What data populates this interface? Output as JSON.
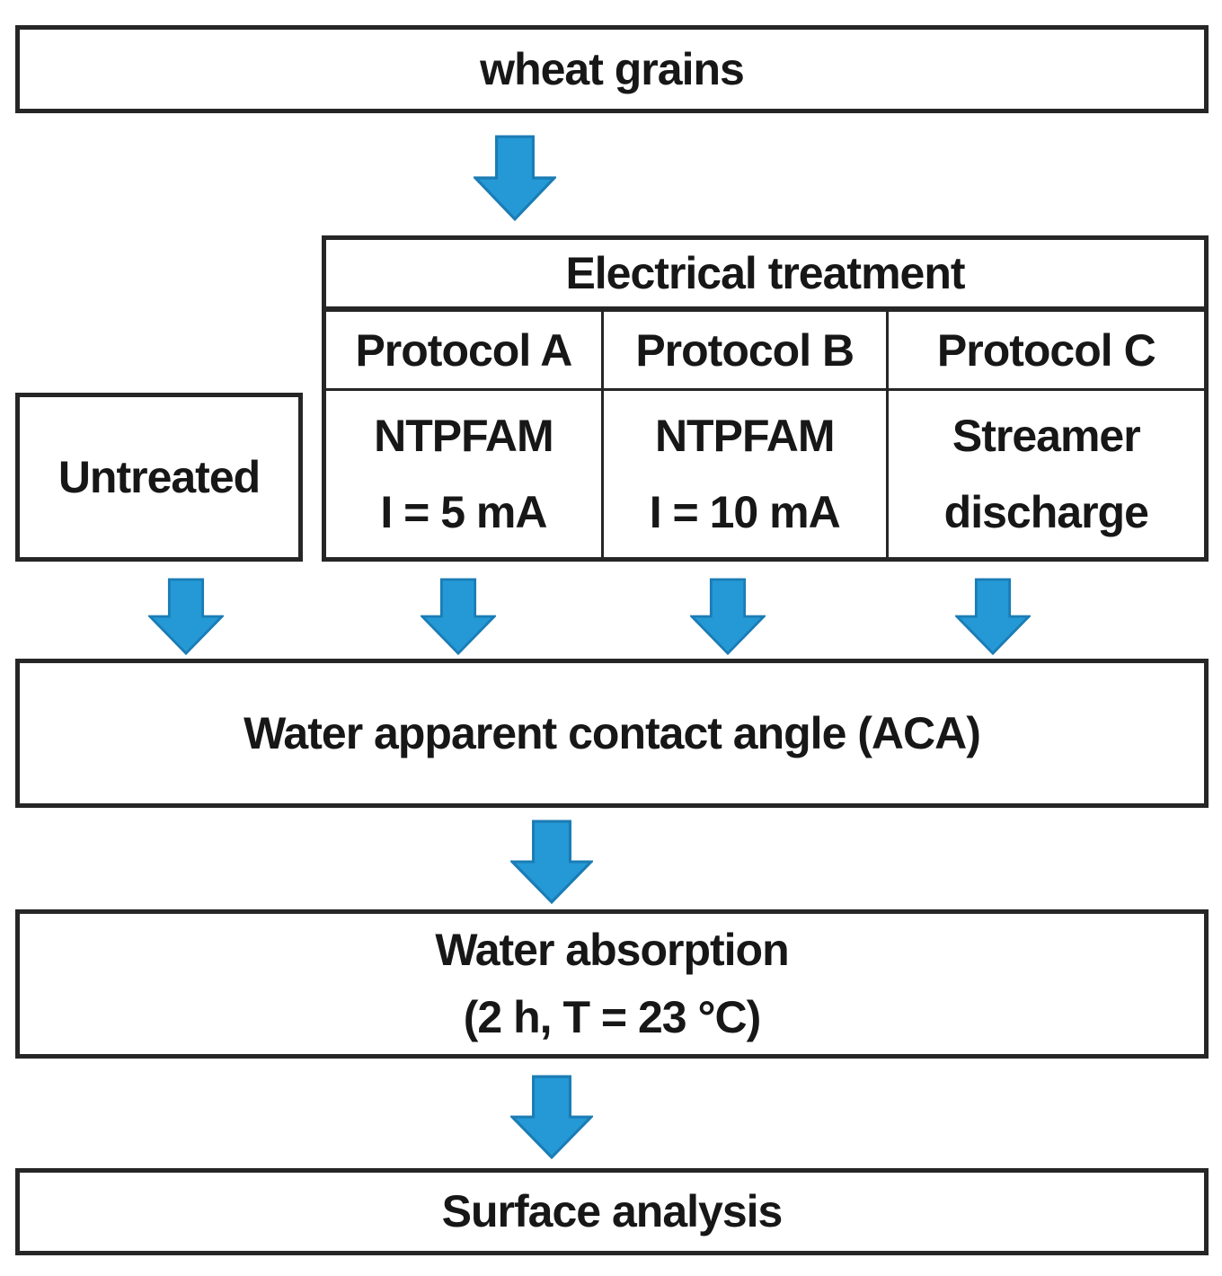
{
  "colors": {
    "arrow_fill": "#2499d6",
    "arrow_stroke": "#1b7cb5",
    "border": "#262626",
    "background": "#ffffff",
    "text": "#171717"
  },
  "flow": {
    "source": "wheat grains",
    "untreated": "Untreated",
    "treatment": {
      "title": "Electrical treatment",
      "protocols": [
        {
          "name": "Protocol A",
          "detail_line1": "NTPFAM",
          "detail_line2": "I = 5 mA"
        },
        {
          "name": "Protocol B",
          "detail_line1": "NTPFAM",
          "detail_line2": "I = 10 mA"
        },
        {
          "name": "Protocol C",
          "detail_line1": "Streamer",
          "detail_line2": "discharge"
        }
      ]
    },
    "steps": {
      "aca": "Water apparent contact angle (ACA)",
      "absorption_line1": "Water absorption",
      "absorption_line2": "(2 h, T = 23 °C)",
      "surface": "Surface analysis"
    }
  }
}
